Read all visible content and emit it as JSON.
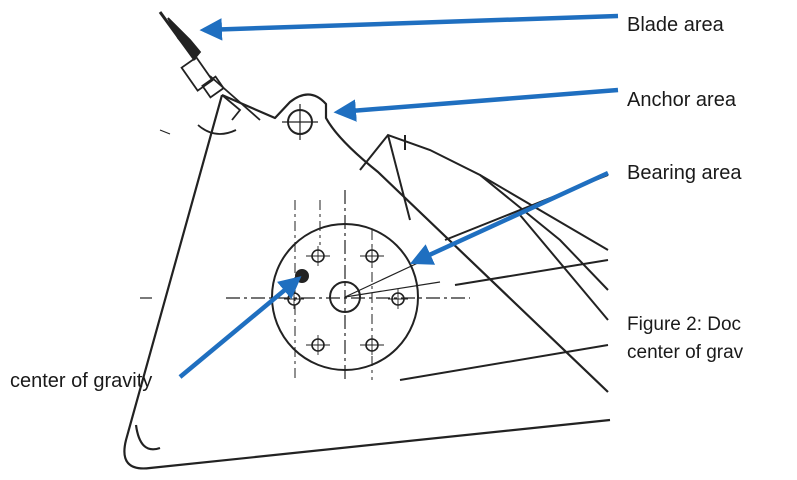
{
  "labels": {
    "blade": "Blade area",
    "anchor": "Anchor area",
    "bearing": "Bearing area",
    "center_of_gravity": "center of gravity"
  },
  "caption": {
    "line1": "Figure 2: Doc",
    "line2": "center of grav"
  },
  "colors": {
    "arrow": "#1f6fc0",
    "drawing": "#222222",
    "text": "#1a1a1a"
  }
}
